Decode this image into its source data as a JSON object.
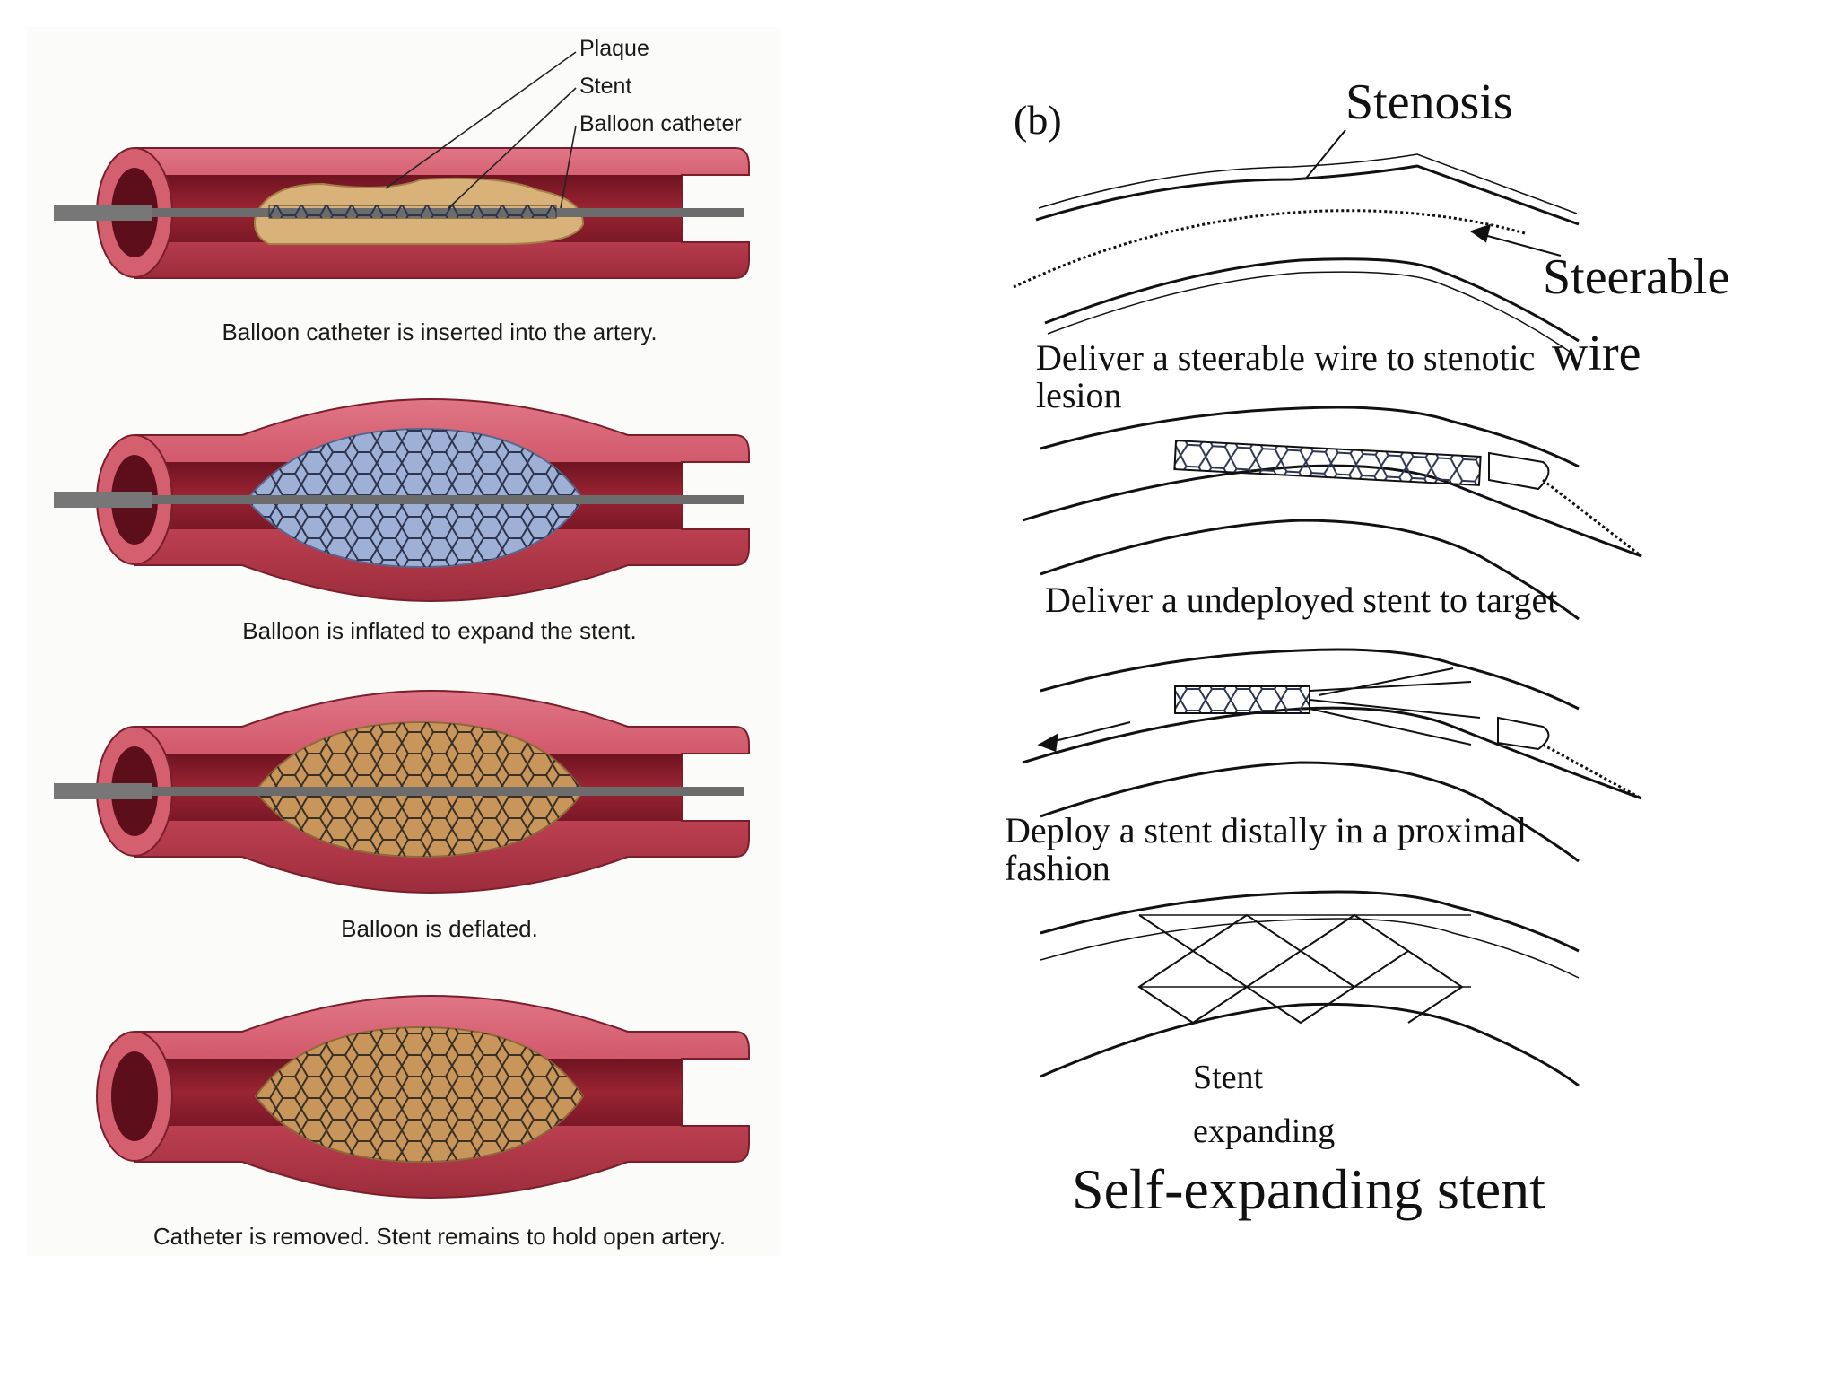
{
  "panel_a": {
    "labels": {
      "plaque": "Plaque",
      "stent": "Stent",
      "balloon_catheter": "Balloon catheter"
    },
    "captions": [
      "Balloon catheter is inserted into the artery.",
      "Balloon is inflated to expand the stent.",
      "Balloon is deflated.",
      "Catheter is removed. Stent remains to hold open artery."
    ]
  },
  "panel_b": {
    "panel_label": "(b)",
    "stenosis_label": "Stenosis",
    "steerable_wire_label_1": "Steerable",
    "steerable_wire_label_2": "wire",
    "steps": [
      "Deliver a steerable wire to stenotic lesion",
      "Deliver a undeployed stent to target",
      "Deploy a stent distally in a proximal fashion"
    ],
    "stent_expanding_1": "Stent",
    "stent_expanding_2": "expanding",
    "title": "Self-expanding stent"
  },
  "colors": {
    "artery_outer": "#c8485a",
    "artery_inner": "#8e1f2c",
    "plaque": "#d9b27a",
    "balloon": "#9fb0d6",
    "catheter": "#6c6c6c"
  }
}
